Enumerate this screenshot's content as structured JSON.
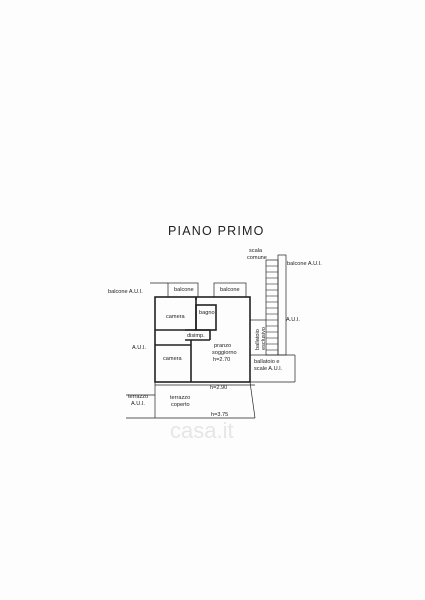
{
  "title": "PIANO PRIMO",
  "rooms": {
    "balcone_left": "balcone",
    "balcone_right": "balcone",
    "camera_top": "camera",
    "bagno": "bagno",
    "pranzo": "pranzo",
    "soggiorno": "soggiorno",
    "height_main": "h=2.70",
    "camera_bottom": "camera",
    "sgabuzzino": "disimp.",
    "h_lower": "h=2.90",
    "terrazzo_coperto_1": "terrazzo",
    "terrazzo_coperto_2": "coperto",
    "h_terrazzo": "h=3.75"
  },
  "outside": {
    "balcone_aui_left": "balcone A.U.I.",
    "aui_left": "A.U.I.",
    "terrazzo_aui_1": "terrazzo",
    "terrazzo_aui_2": "A.U.I.",
    "scala_1": "scala",
    "scala_2": "comune",
    "balcone_aui_right": "balcone A.U.I.",
    "aui_right": "A.U.I.",
    "ballatoio_vertical": "ballatoio",
    "ballatoio_vertical_2": "esclusivo",
    "ballatoio_scale_1": "ballatoio e",
    "ballatoio_scale_2": "scale A.U.I."
  },
  "watermark": "casa.it"
}
